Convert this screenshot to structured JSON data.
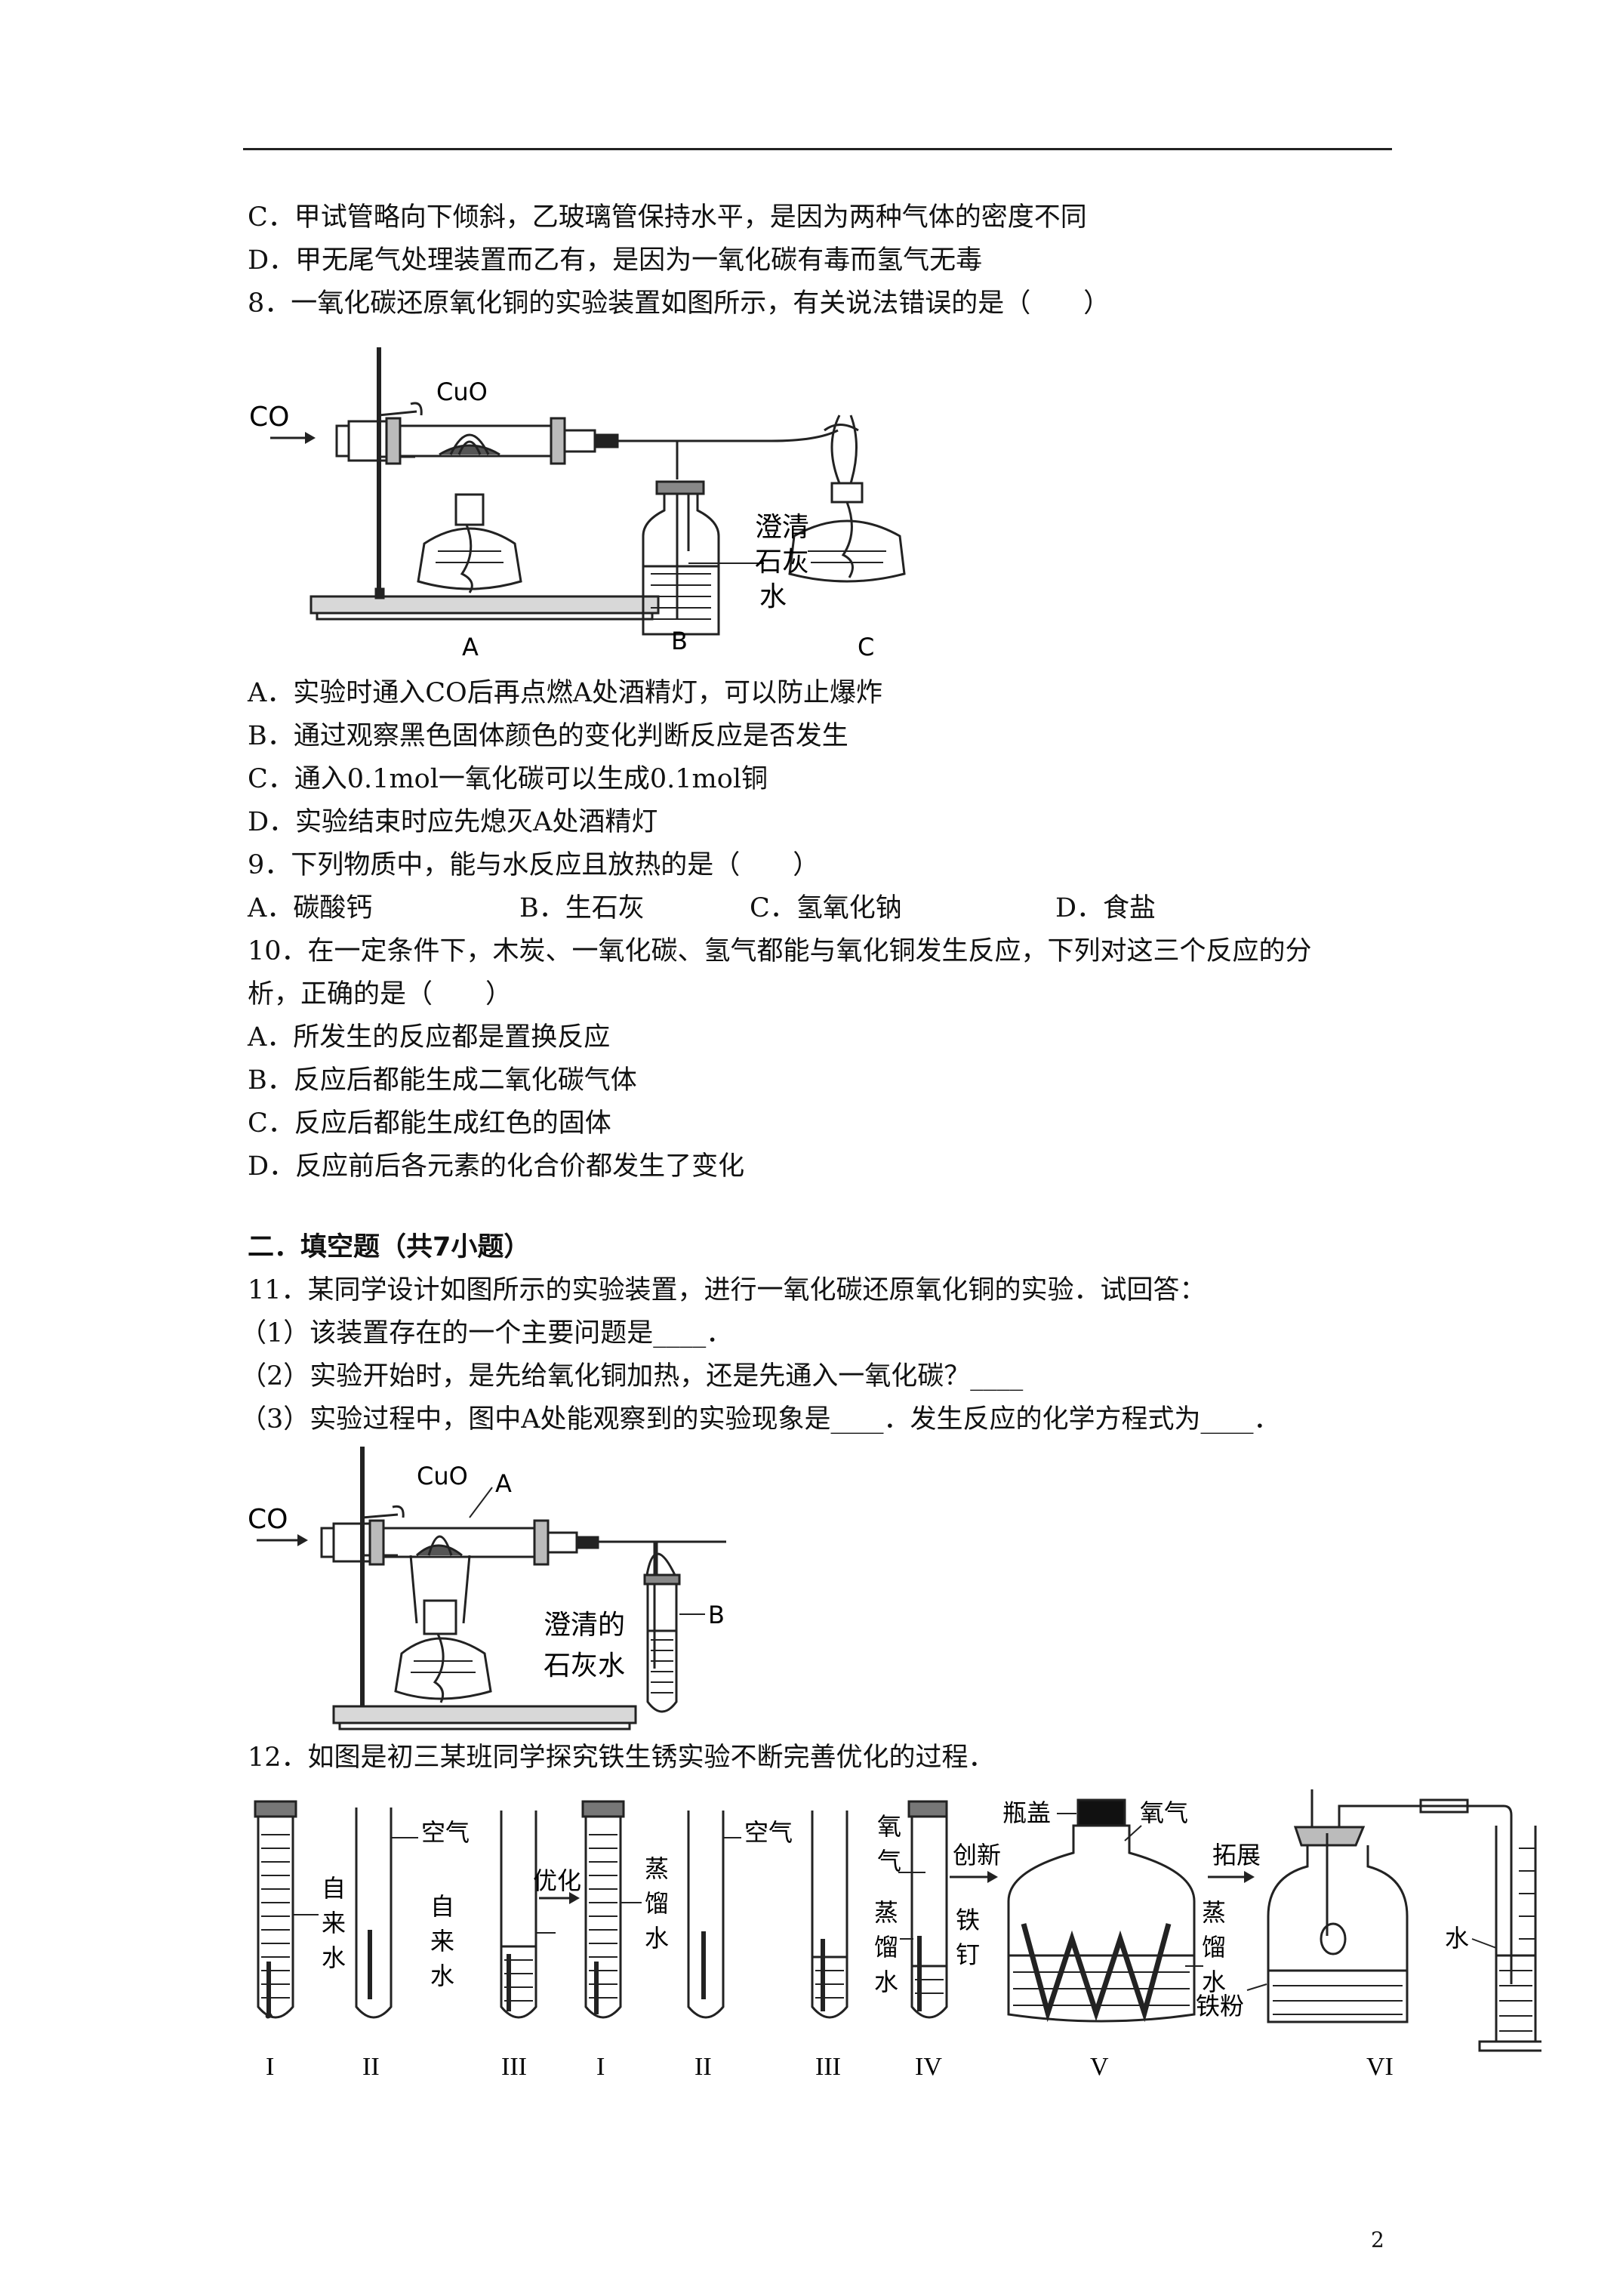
{
  "lines": {
    "q7c": "C．甲试管略向下倾斜，乙玻璃管保持水平，是因为两种气体的密度不同",
    "q7d": "D．甲无尾气处理装置而乙有，是因为一氧化碳有毒而氢气无毒",
    "q8": "8．一氧化碳还原氧化铜的实验装置如图所示，有关说法错误的是（　　）",
    "q8a": "A．实验时通入CO后再点燃A处酒精灯，可以防止爆炸",
    "q8b": "B．通过观察黑色固体颜色的变化判断反应是否发生",
    "q8c": "C．通入0.1mol一氧化碳可以生成0.1mol铜",
    "q8d": "D．实验结束时应先熄灭A处酒精灯",
    "q9": "9．下列物质中，能与水反应且放热的是（　　）",
    "q10a": "10．在一定条件下，木炭、一氧化碳、氢气都能与氧化铜发生反应，下列对这三个反应的分",
    "q10b": "析，正确的是（　　）",
    "q10oa": "A．所发生的反应都是置换反应",
    "q10ob": "B．反应后都能生成二氧化碳气体",
    "q10oc": "C．反应后都能生成红色的固体",
    "q10od": "D．反应前后各元素的化合价都发生了变化",
    "sec2": "二．填空题（共7小题）",
    "q11": "11．某同学设计如图所示的实验装置，进行一氧化碳还原氧化铜的实验．试回答：",
    "q11_1": "（1）该装置存在的一个主要问题是____．",
    "q11_2": "（2）实验开始时，是先给氧化铜加热，还是先通入一氧化碳？____",
    "q11_3": "（3）实验过程中，图中A处能观察到的实验现象是____．发生反应的化学方程式为____．",
    "q12": "12．如图是初三某班同学探究铁生锈实验不断完善优化的过程．"
  },
  "q9_choices": [
    "A．碳酸钙",
    "B．生石灰",
    "C．氢氧化钠",
    "D．食盐"
  ],
  "fig8": {
    "co": "CO",
    "cuo": "CuO",
    "water1": "澄清",
    "water2": "石灰",
    "water3": "水",
    "a": "A",
    "b": "B",
    "c": "C"
  },
  "fig11": {
    "co": "CO",
    "cuo": "CuO",
    "a": "A",
    "b": "B",
    "lime1": "澄清的",
    "lime2": "石灰水"
  },
  "fig12": {
    "air": "空气",
    "tap1": "自",
    "tap2": "来",
    "tap3": "水",
    "opt": "优化",
    "dist1": "蒸",
    "dist2": "馏",
    "dist3": "水",
    "oxy1": "氧",
    "oxy2": "气",
    "innov": "创新",
    "nail1": "铁",
    "nail2": "钉",
    "cap": "瓶盖",
    "oxygen": "氧气",
    "expand": "拓展",
    "powder": "铁粉",
    "water": "水",
    "r1": "I",
    "r2": "II",
    "r3": "III",
    "r4": "I",
    "r5": "II",
    "r6": "III",
    "r7": "IV",
    "r8": "V",
    "r9": "VI"
  },
  "page_number": "2"
}
